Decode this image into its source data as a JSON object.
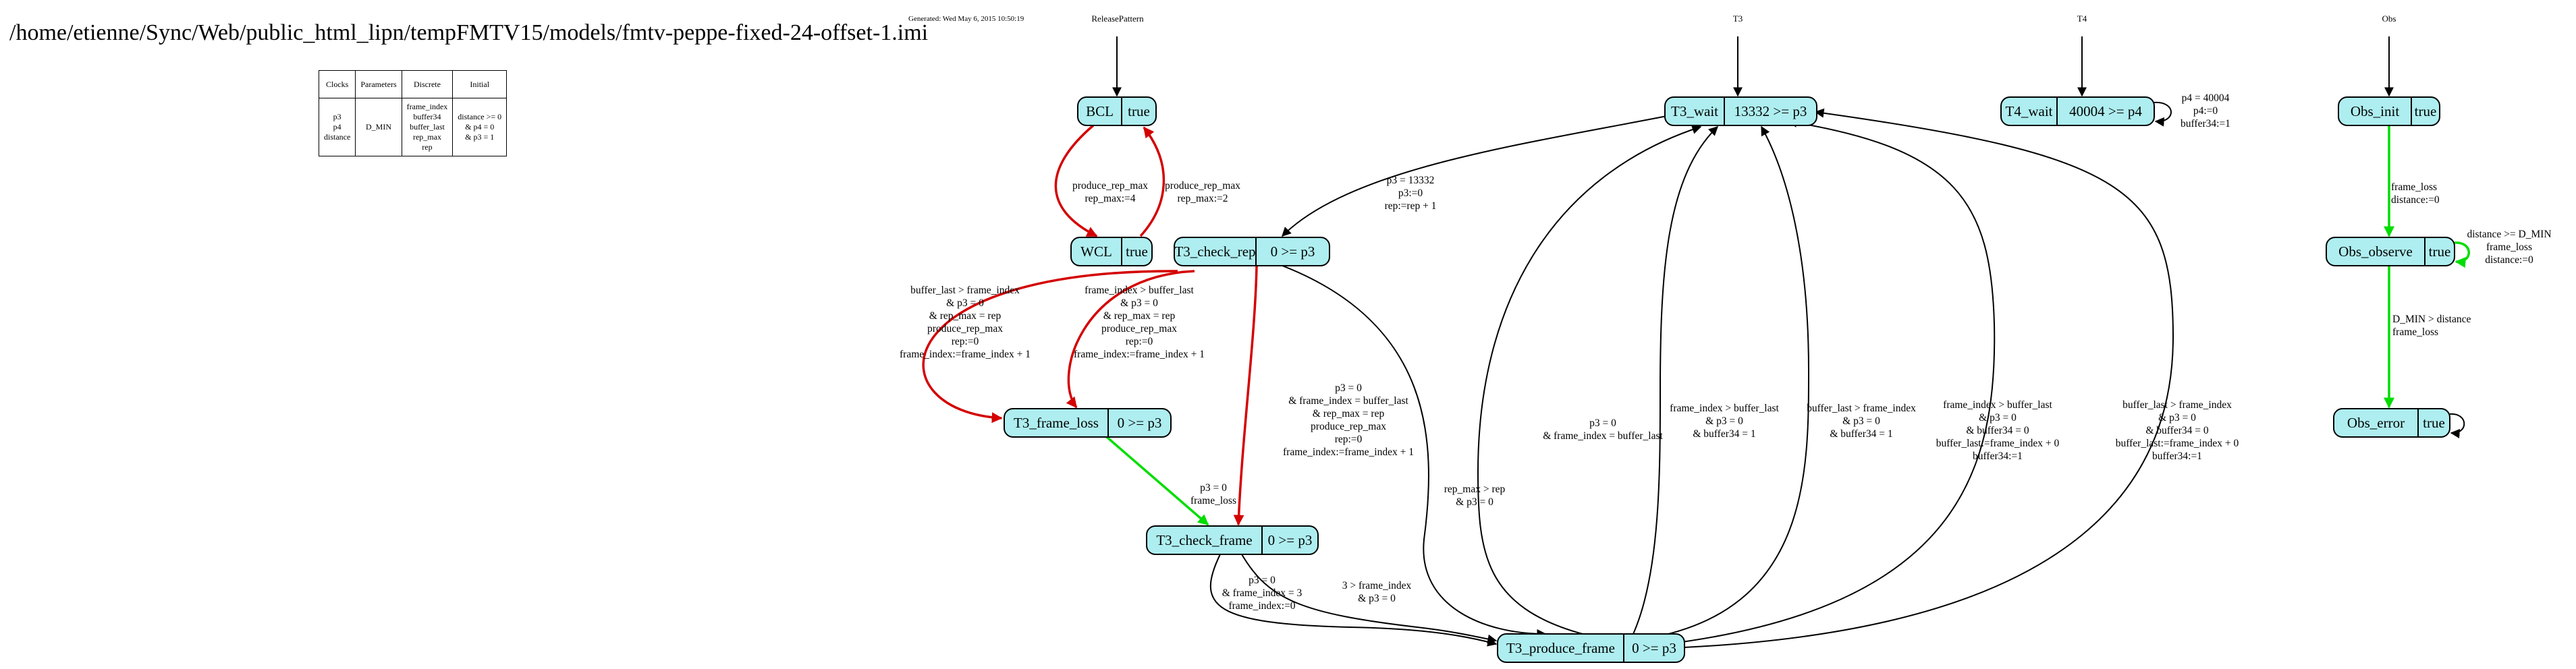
{
  "title": "/home/etienne/Sync/Web/public_html_lipn/tempFMTV15/models/fmtv-peppe-fixed-24-offset-1.imi",
  "generated": "Generated: Wed May 6, 2015 10:50:19",
  "automata": [
    "ReleasePattern",
    "T3",
    "T4",
    "Obs"
  ],
  "var_table": {
    "headers": [
      "Clocks",
      "Parameters",
      "Discrete",
      "Initial"
    ],
    "clocks": [
      "p3",
      "p4",
      "distance"
    ],
    "parameters": [
      "D_MIN"
    ],
    "discrete": [
      "frame_index",
      "buffer34",
      "buffer_last",
      "rep_max",
      "rep"
    ],
    "initial": [
      "distance >= 0",
      "& p4 = 0",
      "& p3 = 1"
    ]
  },
  "nodes": [
    {
      "id": "BCL",
      "name": "BCL",
      "invariant": "true"
    },
    {
      "id": "WCL",
      "name": "WCL",
      "invariant": "true"
    },
    {
      "id": "T3_wait",
      "name": "T3_wait",
      "invariant": "13332 >= p3"
    },
    {
      "id": "T3_check_rep",
      "name": "T3_check_rep",
      "invariant": "0 >= p3"
    },
    {
      "id": "T3_frame_loss",
      "name": "T3_frame_loss",
      "invariant": "0 >= p3"
    },
    {
      "id": "T3_check_frame",
      "name": "T3_check_frame",
      "invariant": "0 >= p3"
    },
    {
      "id": "T3_produce_frame",
      "name": "T3_produce_frame",
      "invariant": "0 >= p3"
    },
    {
      "id": "T4_wait",
      "name": "T4_wait",
      "invariant": "40004 >= p4"
    },
    {
      "id": "Obs_init",
      "name": "Obs_init",
      "invariant": "true"
    },
    {
      "id": "Obs_observe",
      "name": "Obs_observe",
      "invariant": "true"
    },
    {
      "id": "Obs_error",
      "name": "Obs_error",
      "invariant": "true"
    }
  ],
  "edges": [
    {
      "id": "bcl-wcl",
      "color": "#d40000",
      "label": [
        "produce_rep_max",
        "rep_max:=4"
      ]
    },
    {
      "id": "wcl-bcl",
      "color": "#d40000",
      "label": [
        "produce_rep_max",
        "rep_max:=2"
      ]
    },
    {
      "id": "wait-checkrep",
      "color": "#000000",
      "label": [
        "p3 = 13332",
        "p3:=0",
        "rep:=rep + 1"
      ]
    },
    {
      "id": "checkrep-frameloss-a",
      "color": "#d40000",
      "label": [
        "buffer_last > frame_index",
        "& p3 = 0",
        "& rep_max = rep",
        "produce_rep_max",
        "rep:=0",
        "frame_index:=frame_index + 1"
      ]
    },
    {
      "id": "checkrep-frameloss-b",
      "color": "#d40000",
      "label": [
        "frame_index > buffer_last",
        "& p3 = 0",
        "& rep_max = rep",
        "produce_rep_max",
        "rep:=0",
        "frame_index:=frame_index + 1"
      ]
    },
    {
      "id": "checkrep-checkframe",
      "color": "#d40000",
      "label": [
        "p3 = 0",
        "& frame_index = buffer_last",
        "& rep_max = rep",
        "produce_rep_max",
        "rep:=0",
        "frame_index:=frame_index + 1"
      ]
    },
    {
      "id": "checkrep-produce",
      "color": "#000000",
      "label": [
        "rep_max > rep",
        "& p3 = 0"
      ]
    },
    {
      "id": "frameloss-checkframe",
      "color": "#00dd00",
      "label": [
        "p3 = 0",
        "frame_loss"
      ]
    },
    {
      "id": "checkframe-produce-a",
      "color": "#000000",
      "label": [
        "p3 = 0",
        "& frame_index = 3",
        "frame_index:=0"
      ]
    },
    {
      "id": "checkframe-produce-b",
      "color": "#000000",
      "label": [
        "3 > frame_index",
        "& p3 = 0"
      ]
    },
    {
      "id": "produce-wait-1",
      "color": "#000000",
      "label": [
        "p3 = 0",
        "& frame_index = buffer_last"
      ]
    },
    {
      "id": "produce-wait-2",
      "color": "#000000",
      "label": [
        "frame_index > buffer_last",
        "& p3 = 0",
        "& buffer34 = 1"
      ]
    },
    {
      "id": "produce-wait-3",
      "color": "#000000",
      "label": [
        "buffer_last > frame_index",
        "& p3 = 0",
        "& buffer34 = 1"
      ]
    },
    {
      "id": "produce-wait-4",
      "color": "#000000",
      "label": [
        "frame_index > buffer_last",
        "& p3 = 0",
        "& buffer34 = 0",
        "buffer_last:=frame_index + 0",
        "buffer34:=1"
      ]
    },
    {
      "id": "produce-wait-5",
      "color": "#000000",
      "label": [
        "buffer_last > frame_index",
        "& p3 = 0",
        "& buffer34 = 0",
        "buffer_last:=frame_index + 0",
        "buffer34:=1"
      ]
    },
    {
      "id": "t4-self",
      "color": "#000000",
      "label": [
        "p4 = 40004",
        "p4:=0",
        "buffer34:=1"
      ]
    },
    {
      "id": "obsinit-observe",
      "color": "#00dd00",
      "label": [
        "frame_loss",
        "distance:=0"
      ]
    },
    {
      "id": "observe-self",
      "color": "#00dd00",
      "label": [
        "distance >= D_MIN",
        "frame_loss",
        "distance:=0"
      ]
    },
    {
      "id": "observe-error",
      "color": "#00dd00",
      "label": [
        "D_MIN > distance",
        "frame_loss"
      ]
    },
    {
      "id": "error-self",
      "color": "#000000",
      "label": []
    }
  ]
}
